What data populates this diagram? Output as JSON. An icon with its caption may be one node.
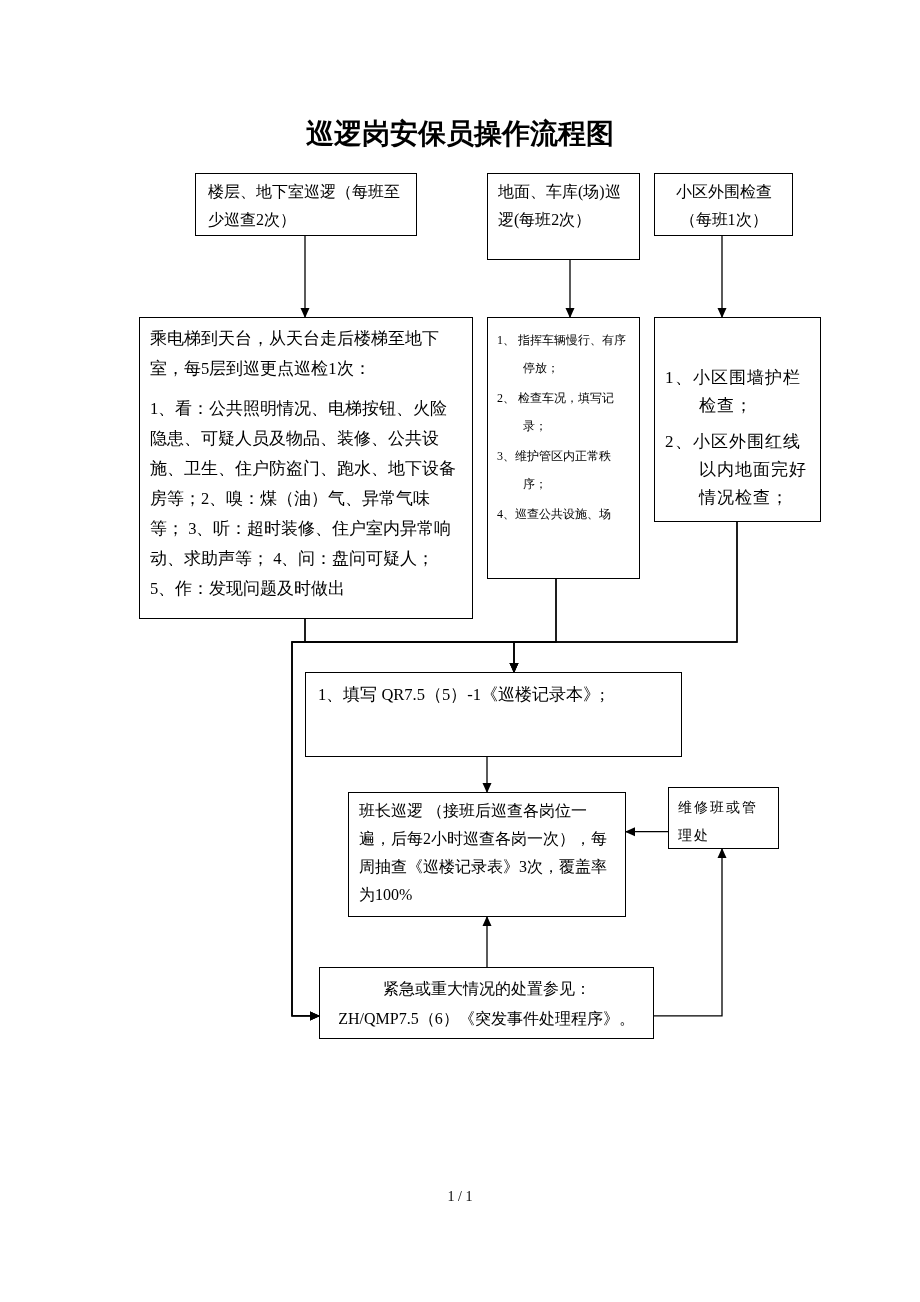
{
  "diagram": {
    "title": "巡逻岗安保员操作流程图",
    "nodes": [
      {
        "text": [
          "楼层、地下室巡逻（每班至少巡查2次）"
        ]
      },
      {
        "text": [
          "地面、车库(场)巡逻(每班2次）"
        ]
      },
      {
        "text": [
          "小区外围检查（每班1次）"
        ]
      },
      {
        "text": [
          "乘电梯到天台，从天台走后楼梯至地下室，每5层到巡更点巡检1次：",
          "1、看：公共照明情况、电梯按钮、火险隐患、可疑人员及物品、装修、公共设施、卫生、住户防盗门、跑水、地下设备房等；2、嗅：煤（油）气、异常气味等； 3、听：超时装修、住户室内异常响动、求助声等； 4、问：盘问可疑人； 5、作：发现问题及时做出"
        ]
      },
      {
        "text": [
          "1、 指挥车辆慢行、有序停放；",
          "2、 检查车况，填写记录；",
          "3、维护管区内正常秩序；",
          "4、巡查公共设施、场"
        ]
      },
      {
        "text": [
          "1、小区围墙护栏检查；",
          "2、小区外围红线以内地面完好情况检查；"
        ]
      },
      {
        "text": [
          "1、填写 QR7.5（5）-1《巡楼记录本》;"
        ]
      },
      {
        "text": [
          "班长巡逻 （接班后巡查各岗位一遍，后每2小时巡查各岗一次），每周抽查《巡楼记录表》3次，覆盖率为100%"
        ]
      },
      {
        "text": [
          "维修班或管理处"
        ]
      },
      {
        "text": [
          "紧急或重大情况的处置参见：",
          "ZH/QMP7.5（6）《突发事件处理程序》。"
        ]
      }
    ],
    "edges": [
      {
        "from": 0,
        "to": 3,
        "arrow": "to"
      },
      {
        "from": 1,
        "to": 4,
        "arrow": "to"
      },
      {
        "from": 2,
        "to": 5,
        "arrow": "to"
      },
      {
        "from": 3,
        "to": 6,
        "arrow": "to"
      },
      {
        "from": 4,
        "to": 6,
        "arrow": "to"
      },
      {
        "from": 5,
        "to": 6,
        "arrow": "to"
      },
      {
        "from": 3,
        "to": 9,
        "arrow": "to"
      },
      {
        "from": 4,
        "to": 9,
        "arrow": "to"
      },
      {
        "from": 5,
        "to": 9,
        "arrow": "to"
      },
      {
        "from": 6,
        "to": 7,
        "arrow": "to"
      },
      {
        "from": 8,
        "to": 7,
        "arrow": "to"
      },
      {
        "from": 9,
        "to": 7,
        "arrow": "to"
      },
      {
        "from": 9,
        "to": 8,
        "arrow": "to"
      }
    ],
    "labels": [
      "1 / 1"
    ]
  }
}
